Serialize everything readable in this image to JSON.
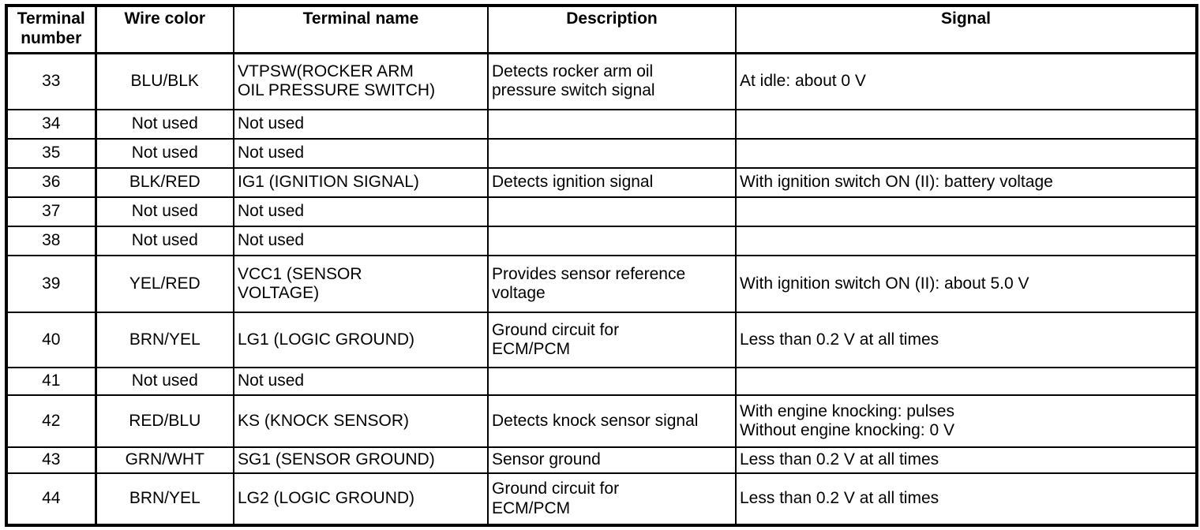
{
  "table": {
    "colors": {
      "border": "#000000",
      "background": "#ffffff",
      "text": "#000000"
    },
    "columns": [
      "Terminal\nnumber",
      "Wire color",
      "Terminal name",
      "Description",
      "Signal"
    ],
    "rows": [
      {
        "terminal_number": "33",
        "wire_color": "BLU/BLK",
        "terminal_name": "VTPSW(ROCKER ARM\nOIL PRESSURE SWITCH)",
        "description": "Detects rocker arm oil\npressure switch signal",
        "signal": "At idle: about 0 V"
      },
      {
        "terminal_number": "34",
        "wire_color": "Not used",
        "terminal_name": "Not used",
        "description": "",
        "signal": ""
      },
      {
        "terminal_number": "35",
        "wire_color": "Not used",
        "terminal_name": "Not used",
        "description": "",
        "signal": ""
      },
      {
        "terminal_number": "36",
        "wire_color": "BLK/RED",
        "terminal_name": "IG1 (IGNITION SIGNAL)",
        "description": "Detects ignition signal",
        "signal": "With ignition switch ON (II): battery voltage"
      },
      {
        "terminal_number": "37",
        "wire_color": "Not used",
        "terminal_name": "Not used",
        "description": "",
        "signal": ""
      },
      {
        "terminal_number": "38",
        "wire_color": "Not used",
        "terminal_name": "Not used",
        "description": "",
        "signal": ""
      },
      {
        "terminal_number": "39",
        "wire_color": "YEL/RED",
        "terminal_name": "VCC1 (SENSOR\nVOLTAGE)",
        "description": "Provides sensor reference\nvoltage",
        "signal": "With ignition switch ON (II): about 5.0 V"
      },
      {
        "terminal_number": "40",
        "wire_color": "BRN/YEL",
        "terminal_name": "LG1 (LOGIC GROUND)",
        "description": "Ground circuit for\nECM/PCM",
        "signal": "Less than 0.2 V at all times"
      },
      {
        "terminal_number": "41",
        "wire_color": "Not used",
        "terminal_name": "Not used",
        "description": "",
        "signal": ""
      },
      {
        "terminal_number": "42",
        "wire_color": "RED/BLU",
        "terminal_name": "KS (KNOCK SENSOR)",
        "description": "Detects knock sensor signal",
        "signal": "With engine knocking: pulses\nWithout engine knocking: 0 V"
      },
      {
        "terminal_number": "43",
        "wire_color": "GRN/WHT",
        "terminal_name": "SG1 (SENSOR GROUND)",
        "description": "Sensor ground",
        "signal": "Less than 0.2 V at all times"
      },
      {
        "terminal_number": "44",
        "wire_color": "BRN/YEL",
        "terminal_name": "LG2 (LOGIC GROUND)",
        "description": "Ground circuit for\nECM/PCM",
        "signal": "Less than 0.2 V at all times"
      }
    ]
  }
}
